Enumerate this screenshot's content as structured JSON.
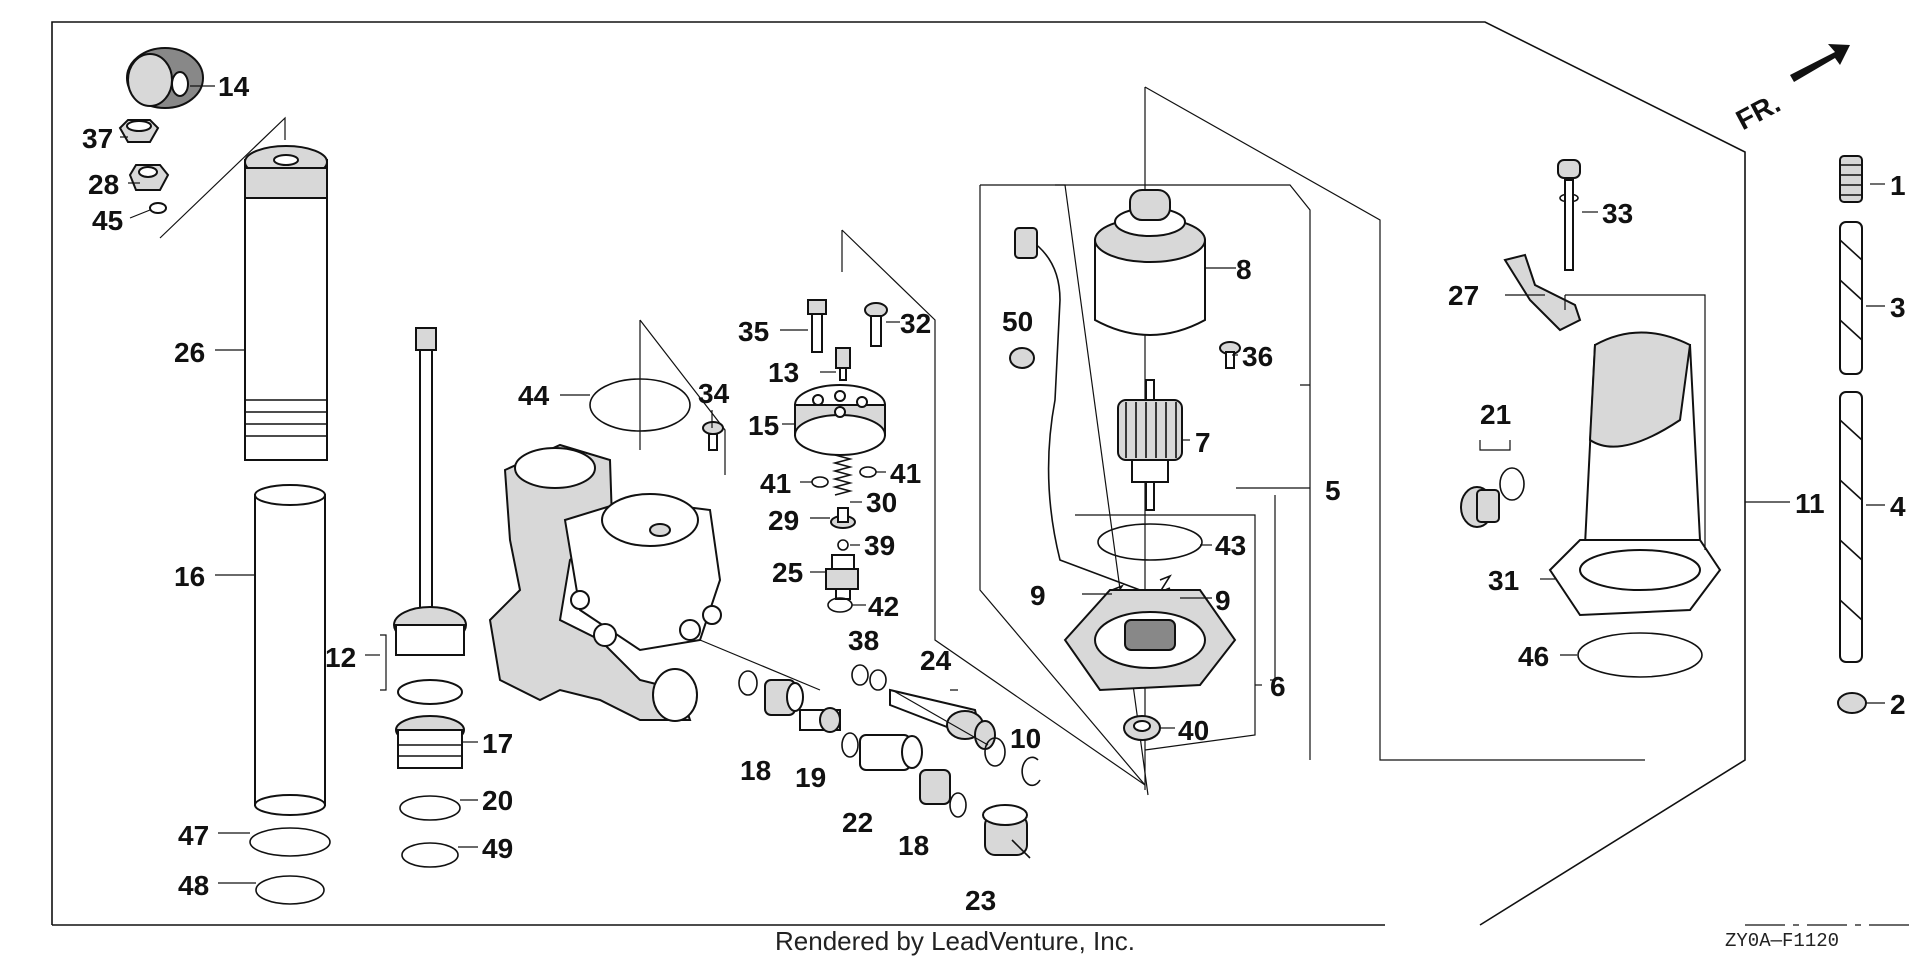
{
  "direction_label": "FR.",
  "credit": "Rendered by LeadVenture, Inc.",
  "diagram_code": "ZY0A—F1120",
  "callouts": [
    "14",
    "37",
    "28",
    "45",
    "26",
    "16",
    "47",
    "48",
    "12",
    "17",
    "20",
    "49",
    "44",
    "34",
    "35",
    "32",
    "13",
    "15",
    "41",
    "41",
    "30",
    "29",
    "39",
    "25",
    "42",
    "38",
    "24",
    "10",
    "18",
    "19",
    "22",
    "18",
    "23",
    "50",
    "8",
    "36",
    "7",
    "43",
    "9",
    "9",
    "40",
    "5",
    "6",
    "27",
    "33",
    "21",
    "31",
    "46",
    "11",
    "1",
    "3",
    "4",
    "2"
  ]
}
